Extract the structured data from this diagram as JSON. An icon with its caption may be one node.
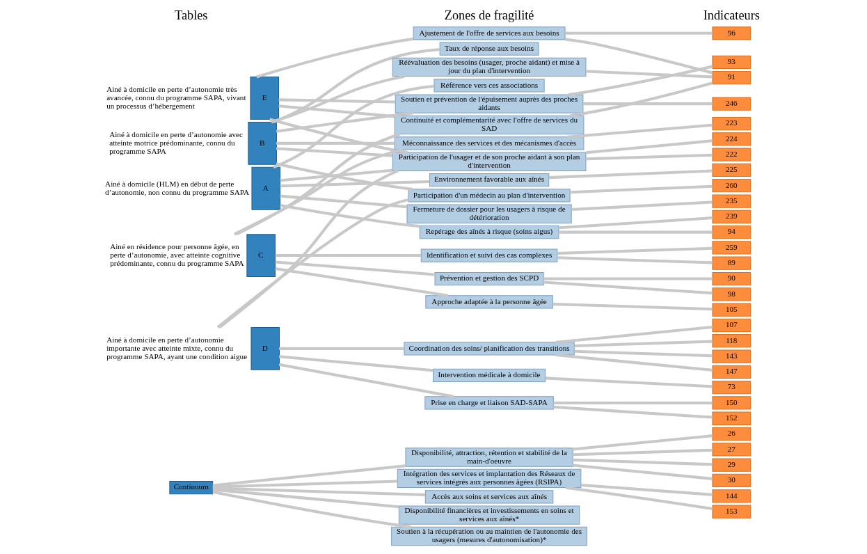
{
  "diagram": {
    "nodes": [
      {
        "text": [
          "E"
        ],
        "beside": [
          "Ainé à domicile en perte d’autonomie très avancée, connu du programme SAPA, vivant un processus d’hébergement"
        ]
      },
      {
        "text": [
          "B"
        ],
        "beside": [
          "Ainé à domicile en perte d’autonomie avec atteinte motrice prédominante, connu du programme SAPA"
        ]
      },
      {
        "text": [
          "A"
        ],
        "beside": [
          "Ainé à domicile (HLM) en début de perte d’autonomie, non connu du programme SAPA"
        ]
      },
      {
        "text": [
          "C"
        ],
        "beside": [
          "Ainé en résidence pour personne âgée, en perte d’autonomie, avec atteinte cognitive prédominante, connu du programme SAPA"
        ]
      },
      {
        "text": [
          "D"
        ],
        "beside": [
          "Ainé à domicile en perte d’autonomie importante avec atteinte mixte, connu du programme SAPA, ayant une condition aigue"
        ]
      },
      {
        "text": [
          "Continuum"
        ]
      },
      {
        "text": [
          "Ajustement de l'offre de services aux besoins"
        ]
      },
      {
        "text": [
          "Taux de réponse aux besoins"
        ]
      },
      {
        "text": [
          "Réévaluation des besoins (usager, proche aidant) et mise à jour du plan d'intervention"
        ]
      },
      {
        "text": [
          "Référence vers ces associations"
        ]
      },
      {
        "text": [
          "Soutien et prévention de l'épuisement auprès des proches aidants"
        ]
      },
      {
        "text": [
          "Continuité et complémentarité avec l'offre de services du SAD"
        ]
      },
      {
        "text": [
          "Méconnaissance des services et des mécanismes d'accès"
        ]
      },
      {
        "text": [
          "Participation de l'usager et de son proche aidant à son plan d'intervention"
        ]
      },
      {
        "text": [
          "Environnement favorable aux aînés"
        ]
      },
      {
        "text": [
          "Participation d'un médecin au plan d'intervention"
        ]
      },
      {
        "text": [
          "Fermeture de dossier pour les usagers à risque de détérioration"
        ]
      },
      {
        "text": [
          "Repérage des aînés à risque (soins aigus)"
        ]
      },
      {
        "text": [
          "Identification et suivi des cas complexes"
        ]
      },
      {
        "text": [
          "Prévention et gestion des SCPD"
        ]
      },
      {
        "text": [
          "Approche adaptée à la personne âgée"
        ]
      },
      {
        "text": [
          "Coordination des soins/ planification des transitions"
        ]
      },
      {
        "text": [
          "Intervention médicale à domicile"
        ]
      },
      {
        "text": [
          "Prise en charge et liaison SAD-SAPA"
        ]
      },
      {
        "text": [
          "Disponibilité, attraction, rétention et stabilité de la main-d'oeuvre"
        ]
      },
      {
        "text": [
          "Intégration des services et implantation des Réseaux de services intégrés aux personnes âgées (RSIPA)"
        ]
      },
      {
        "text": [
          "Accès aux soins et services aux aînés"
        ]
      },
      {
        "text": [
          "Disponibilité financières et investissements en soins et services aux aînés*"
        ]
      },
      {
        "text": [
          "Soutien à la récupération ou au maintien de l'autonomie des usagers (mesures d'autonomisation)*"
        ]
      },
      {
        "text": [
          "96"
        ]
      },
      {
        "text": [
          "93"
        ]
      },
      {
        "text": [
          "91"
        ]
      },
      {
        "text": [
          "246"
        ]
      },
      {
        "text": [
          "223"
        ]
      },
      {
        "text": [
          "224"
        ]
      },
      {
        "text": [
          "222"
        ]
      },
      {
        "text": [
          "225"
        ]
      },
      {
        "text": [
          "260"
        ]
      },
      {
        "text": [
          "235"
        ]
      },
      {
        "text": [
          "239"
        ]
      },
      {
        "text": [
          "94"
        ]
      },
      {
        "text": [
          "259"
        ]
      },
      {
        "text": [
          "89"
        ]
      },
      {
        "text": [
          "90"
        ]
      },
      {
        "text": [
          "98"
        ]
      },
      {
        "text": [
          "105"
        ]
      },
      {
        "text": [
          "107"
        ]
      },
      {
        "text": [
          "118"
        ]
      },
      {
        "text": [
          "143"
        ]
      },
      {
        "text": [
          "147"
        ]
      },
      {
        "text": [
          "73"
        ]
      },
      {
        "text": [
          "150"
        ]
      },
      {
        "text": [
          "152"
        ]
      },
      {
        "text": [
          "26"
        ]
      },
      {
        "text": [
          "27"
        ]
      },
      {
        "text": [
          "29"
        ]
      },
      {
        "text": [
          "30"
        ]
      },
      {
        "text": [
          "144"
        ]
      },
      {
        "text": [
          "153"
        ]
      }
    ],
    "edges": [
      {
        "from": 0,
        "to": 6,
        "arrow": "none"
      },
      {
        "from": 0,
        "to": 10,
        "arrow": "none"
      },
      {
        "from": 0,
        "to": 11,
        "arrow": "none"
      },
      {
        "from": 0,
        "to": 13,
        "arrow": "none"
      },
      {
        "from": 1,
        "to": 7,
        "arrow": "none"
      },
      {
        "from": 1,
        "to": 8,
        "arrow": "none"
      },
      {
        "from": 1,
        "to": 10,
        "arrow": "none"
      },
      {
        "from": 1,
        "to": 12,
        "arrow": "none"
      },
      {
        "from": 1,
        "to": 13,
        "arrow": "none"
      },
      {
        "from": 1,
        "to": 15,
        "arrow": "none"
      },
      {
        "from": 2,
        "to": 9,
        "arrow": "none"
      },
      {
        "from": 2,
        "to": 13,
        "arrow": "none"
      },
      {
        "from": 2,
        "to": 14,
        "arrow": "none"
      },
      {
        "from": 2,
        "to": 16,
        "arrow": "none"
      },
      {
        "from": 2,
        "to": 17,
        "arrow": "none"
      },
      {
        "from": 3,
        "to": 11,
        "arrow": "none"
      },
      {
        "from": 3,
        "to": 12,
        "arrow": "none"
      },
      {
        "from": 3,
        "to": 18,
        "arrow": "none"
      },
      {
        "from": 3,
        "to": 19,
        "arrow": "none"
      },
      {
        "from": 3,
        "to": 20,
        "arrow": "none"
      },
      {
        "from": 4,
        "to": 13,
        "arrow": "none"
      },
      {
        "from": 4,
        "to": 15,
        "arrow": "none"
      },
      {
        "from": 4,
        "to": 21,
        "arrow": "none"
      },
      {
        "from": 4,
        "to": 22,
        "arrow": "none"
      },
      {
        "from": 4,
        "to": 23,
        "arrow": "none"
      },
      {
        "from": 5,
        "to": 24,
        "arrow": "none"
      },
      {
        "from": 5,
        "to": 25,
        "arrow": "none"
      },
      {
        "from": 5,
        "to": 26,
        "arrow": "none"
      },
      {
        "from": 5,
        "to": 27,
        "arrow": "none"
      },
      {
        "from": 5,
        "to": 28,
        "arrow": "none"
      },
      {
        "from": 6,
        "to": 29,
        "arrow": "none"
      },
      {
        "from": 6,
        "to": 31,
        "arrow": "none"
      },
      {
        "from": 8,
        "to": 31,
        "arrow": "none"
      },
      {
        "from": 10,
        "to": 30,
        "arrow": "none"
      },
      {
        "from": 10,
        "to": 32,
        "arrow": "none"
      },
      {
        "from": 11,
        "to": 31,
        "arrow": "none"
      },
      {
        "from": 12,
        "to": 33,
        "arrow": "none"
      },
      {
        "from": 13,
        "to": 34,
        "arrow": "none"
      },
      {
        "from": 13,
        "to": 35,
        "arrow": "none"
      },
      {
        "from": 14,
        "to": 36,
        "arrow": "none"
      },
      {
        "from": 15,
        "to": 37,
        "arrow": "none"
      },
      {
        "from": 16,
        "to": 38,
        "arrow": "none"
      },
      {
        "from": 17,
        "to": 39,
        "arrow": "none"
      },
      {
        "from": 17,
        "to": 40,
        "arrow": "none"
      },
      {
        "from": 18,
        "to": 41,
        "arrow": "none"
      },
      {
        "from": 18,
        "to": 42,
        "arrow": "none"
      },
      {
        "from": 19,
        "to": 43,
        "arrow": "none"
      },
      {
        "from": 19,
        "to": 44,
        "arrow": "none"
      },
      {
        "from": 20,
        "to": 45,
        "arrow": "none"
      },
      {
        "from": 21,
        "to": 46,
        "arrow": "none"
      },
      {
        "from": 21,
        "to": 47,
        "arrow": "none"
      },
      {
        "from": 21,
        "to": 48,
        "arrow": "none"
      },
      {
        "from": 21,
        "to": 49,
        "arrow": "none"
      },
      {
        "from": 22,
        "to": 50,
        "arrow": "none"
      },
      {
        "from": 23,
        "to": 51,
        "arrow": "none"
      },
      {
        "from": 23,
        "to": 52,
        "arrow": "none"
      },
      {
        "from": 24,
        "to": 53,
        "arrow": "none"
      },
      {
        "from": 24,
        "to": 54,
        "arrow": "none"
      },
      {
        "from": 24,
        "to": 55,
        "arrow": "none"
      },
      {
        "from": 24,
        "to": 56,
        "arrow": "none"
      },
      {
        "from": 25,
        "to": 57,
        "arrow": "none"
      },
      {
        "from": 25,
        "to": 58,
        "arrow": "none"
      }
    ],
    "labels": [
      "Tables",
      "Zones de fragilité",
      "Indicateurs"
    ]
  }
}
